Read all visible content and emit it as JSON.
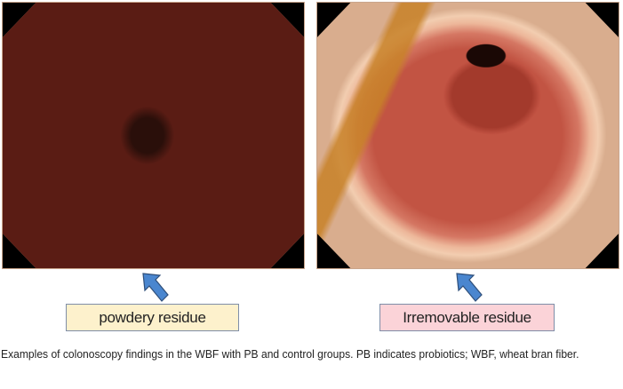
{
  "figure": {
    "panels": [
      {
        "label": "powdery residue",
        "label_color": "#fdf1cc"
      },
      {
        "label": "Irremovable residue",
        "label_color": "#fbd3d8"
      }
    ],
    "arrow_color": "#4a86cf",
    "caption": "Examples of colonoscopy findings in the WBF with PB and control groups. PB indicates probiotics; WBF, wheat bran fiber."
  }
}
